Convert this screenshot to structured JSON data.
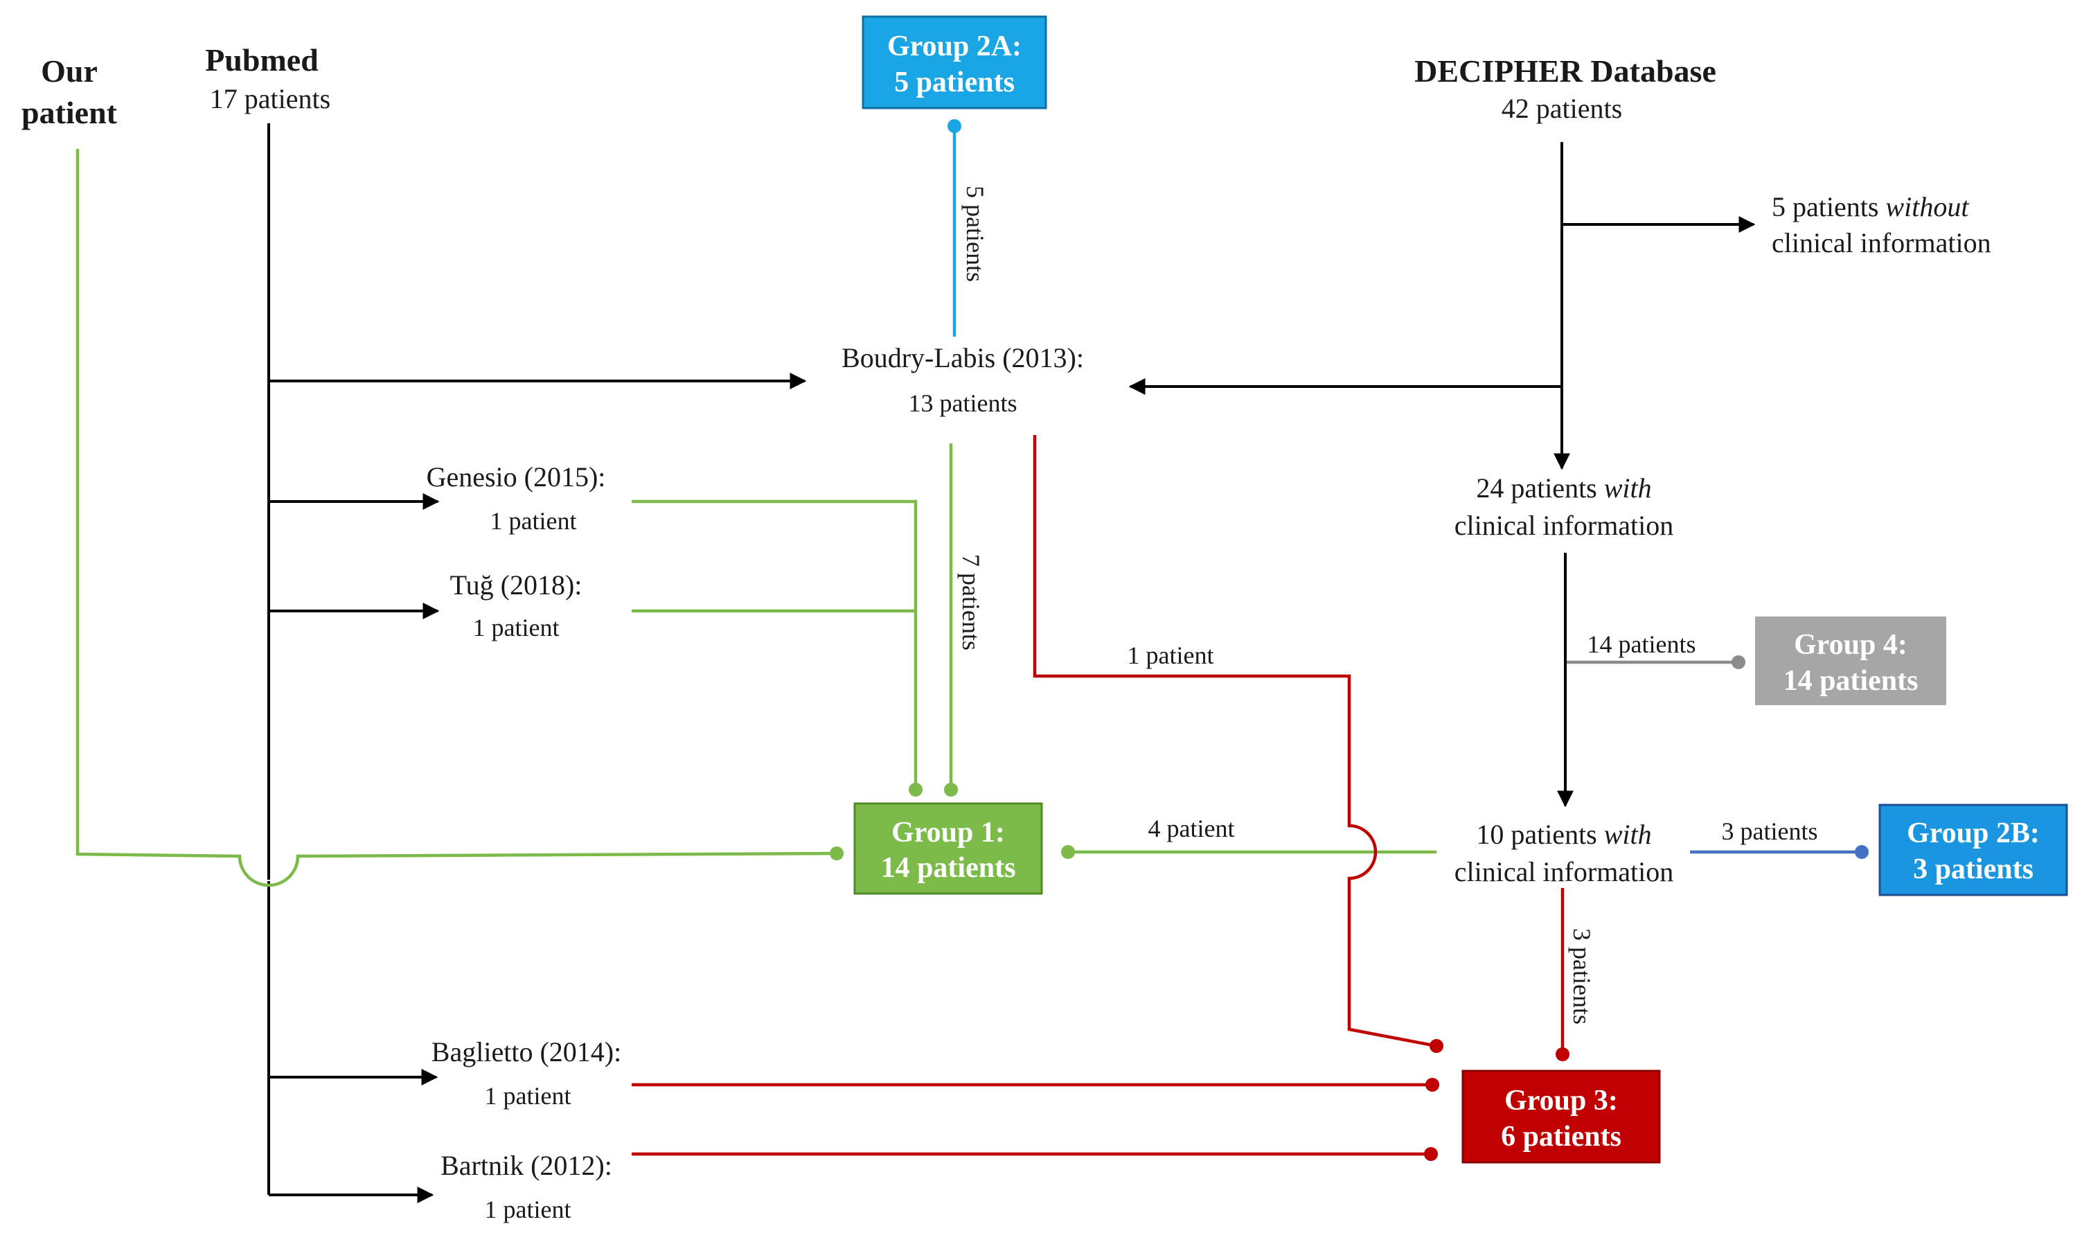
{
  "sources": {
    "our_patient": [
      "Our",
      "patient"
    ],
    "pubmed": {
      "title": "Pubmed",
      "count": "17 patients"
    },
    "decipher": {
      "title": "DECIPHER Database",
      "count": "42 patients"
    }
  },
  "studies": {
    "boudry": {
      "name": "Boudry-Labis (2013):",
      "count": "13 patients"
    },
    "genesio": {
      "name": "Genesio (2015):",
      "count": "1 patient"
    },
    "tug": {
      "name": "Tuğ (2018):",
      "count": "1 patient"
    },
    "baglietto": {
      "name": "Baglietto (2014):",
      "count": "1 patient"
    },
    "bartnik": {
      "name": "Bartnik (2012):",
      "count": "1 patient"
    }
  },
  "decipher_nodes": {
    "without_info": {
      "line1_pre": "5 patients ",
      "line1_em": "without",
      "line2": "clinical information"
    },
    "with_info_24": {
      "line1_pre": "24 patients ",
      "line1_em": "with",
      "line2": "clinical information"
    },
    "with_info_10": {
      "line1_pre": "10 patients ",
      "line1_em": "with",
      "line2": "clinical information"
    }
  },
  "groups": {
    "g1": {
      "label": "Group 1:",
      "count": "14 patients",
      "color": "#7cba4a"
    },
    "g2a": {
      "label": "Group 2A:",
      "count": "5 patients",
      "color": "#1aa6e4"
    },
    "g2b": {
      "label": "Group 2B:",
      "count": "3 patients",
      "color": "#1a96e0"
    },
    "g3": {
      "label": "Group 3:",
      "count": "6 patients",
      "color": "#c00000"
    },
    "g4": {
      "label": "Group 4:",
      "count": "14 patients",
      "color": "#a6a6a6"
    }
  },
  "edge_labels": {
    "boudry_to_g2a": "5 patients",
    "boudry_to_g1": "7 patients",
    "boudry_to_g3": "1 patient",
    "d10_to_g1": "4 patient",
    "d10_to_g2b": "3 patients",
    "d10_to_g3": "3 patients",
    "d24_to_g4": "14 patients"
  }
}
